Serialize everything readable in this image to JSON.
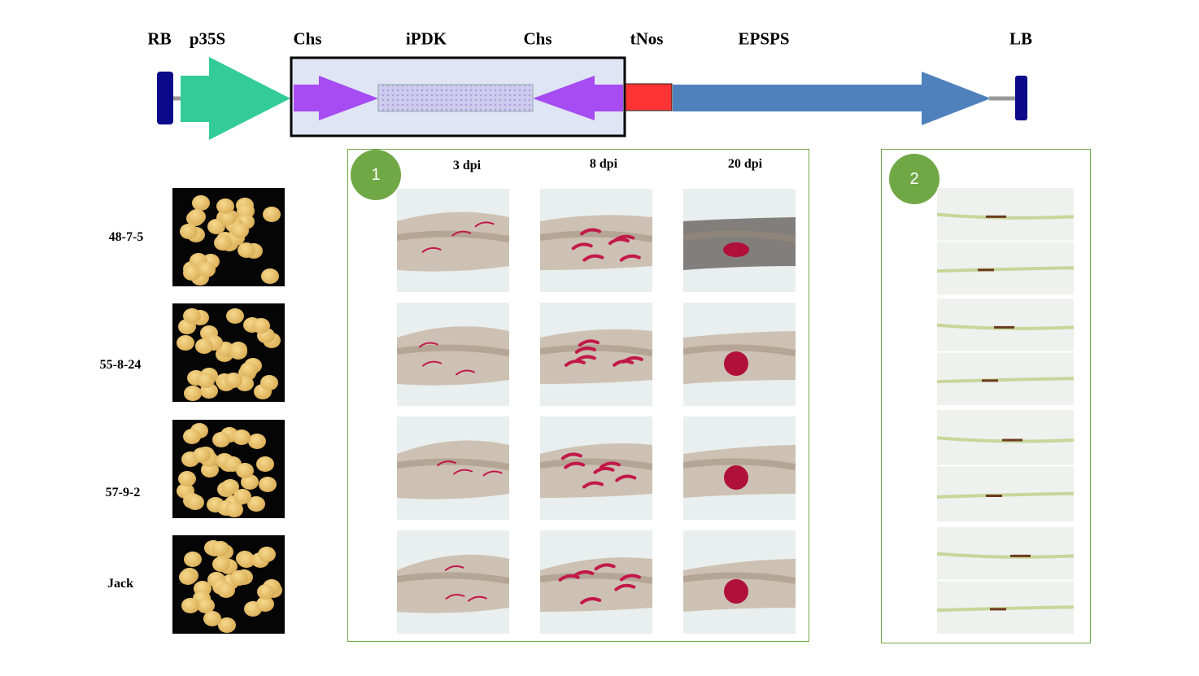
{
  "construct": {
    "labels": [
      "RB",
      "p35S",
      "Chs",
      "iPDK",
      "Chs",
      "tNos",
      "EPSPS",
      "LB"
    ],
    "colors": {
      "border": "#0b0b8a",
      "promoter": "#33cc99",
      "chs": "#a64cf2",
      "ipdk": "#c9c6ea",
      "tnos": "#ff3333",
      "epsps": "#4f81bd",
      "box": "#dfe5f5"
    }
  },
  "lines": [
    "48-7-5",
    "55-8-24",
    "57-9-2",
    "Jack"
  ],
  "panel1": {
    "badge": "1",
    "headers": [
      "3 dpi",
      "8 dpi",
      "20 dpi"
    ]
  },
  "panel2": {
    "badge": "2"
  },
  "accent": "#70a845"
}
